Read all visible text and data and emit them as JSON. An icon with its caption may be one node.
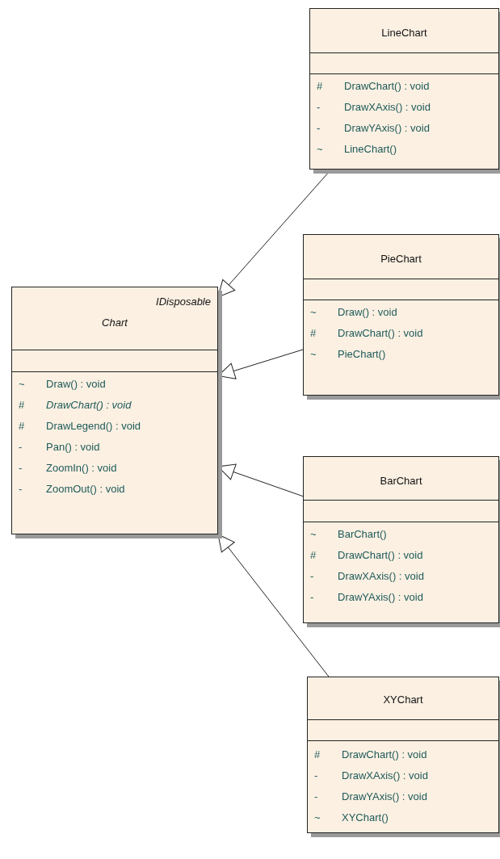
{
  "diagram": {
    "nodes": [
      {
        "text": [
          "LineChart",
          "#",
          "DrawChart() : void",
          "-",
          "DrawXAxis() : void",
          "-",
          "DrawYAxis() : void",
          "~",
          "LineChart()"
        ]
      },
      {
        "text": [
          "IDisposable",
          "Chart",
          "~",
          "Draw() : void",
          "#",
          "DrawChart() : void",
          "#",
          "DrawLegend() : void",
          "-",
          "Pan() : void",
          "-",
          "ZoomIn() : void",
          "-",
          "ZoomOut() : void"
        ]
      },
      {
        "text": [
          "PieChart",
          "~",
          "Draw() : void",
          "#",
          "DrawChart() : void",
          "~",
          "PieChart()"
        ]
      },
      {
        "text": [
          "BarChart",
          "~",
          "BarChart()",
          "#",
          "DrawChart() : void",
          "-",
          "DrawXAxis() : void",
          "-",
          "DrawYAxis() : void"
        ]
      },
      {
        "text": [
          "XYChart",
          "#",
          "DrawChart() : void",
          "-",
          "DrawXAxis() : void",
          "-",
          "DrawYAxis() : void",
          "~",
          "XYChart()"
        ]
      }
    ],
    "edges": [
      {
        "from": 0,
        "to": 1,
        "arrow": "to"
      },
      {
        "from": 2,
        "to": 1,
        "arrow": "to"
      },
      {
        "from": 3,
        "to": 1,
        "arrow": "to"
      },
      {
        "from": 4,
        "to": 1,
        "arrow": "to"
      }
    ]
  }
}
